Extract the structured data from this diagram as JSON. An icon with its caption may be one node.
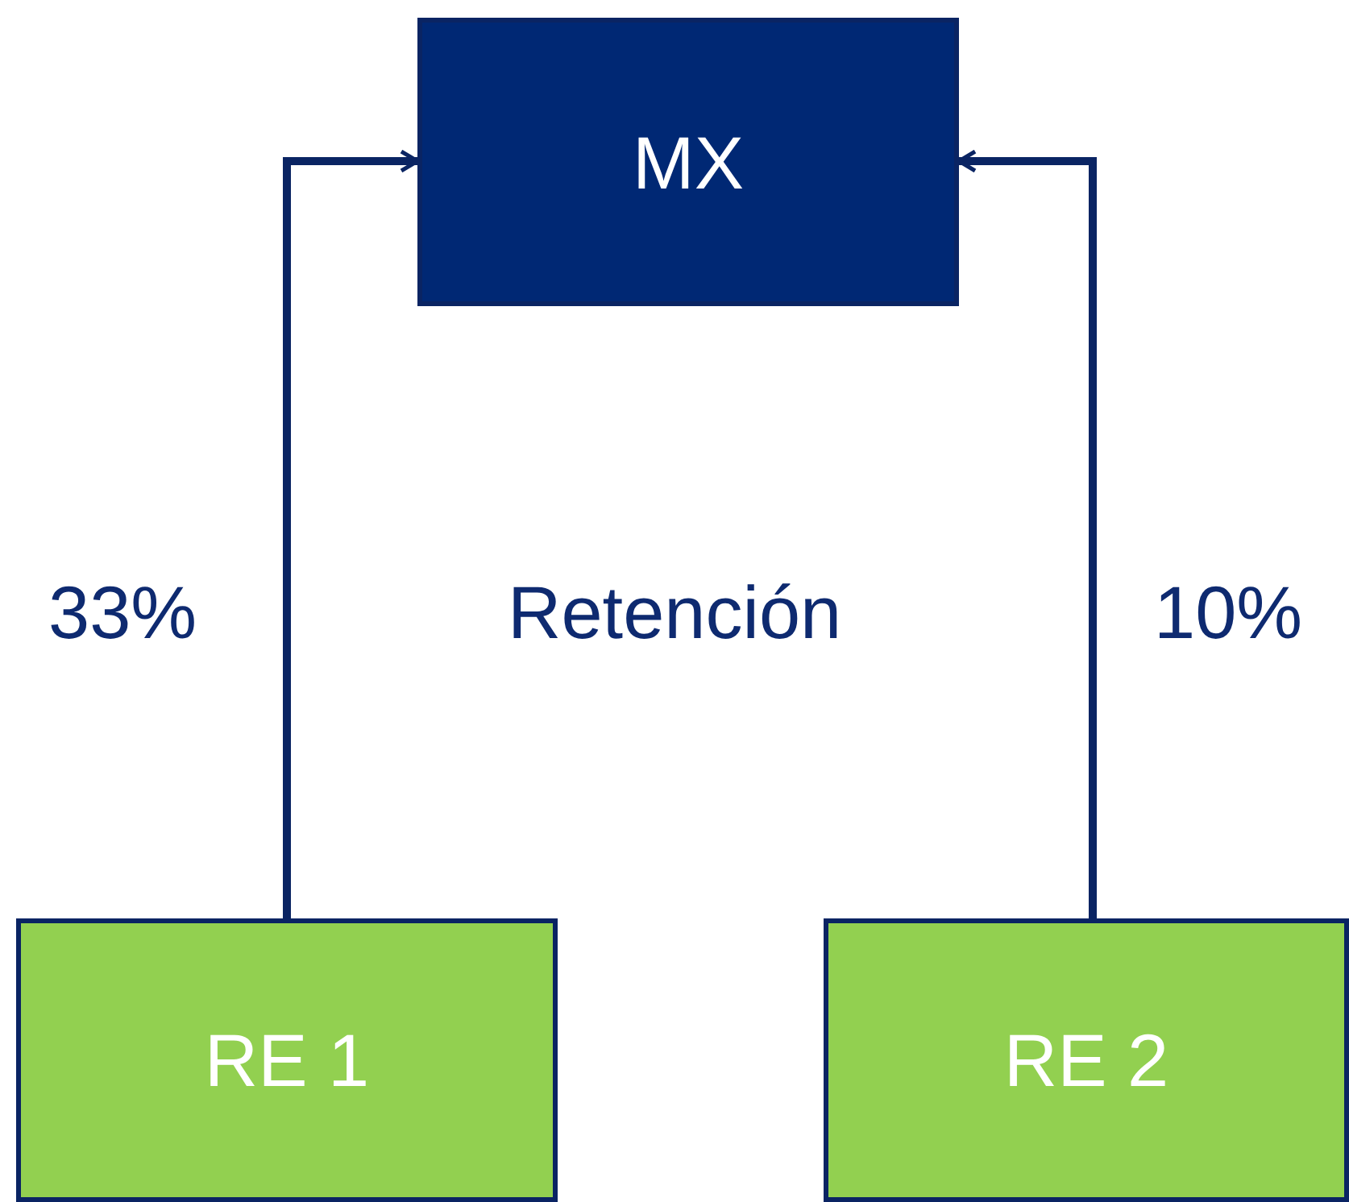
{
  "diagram": {
    "nodes": [
      {
        "text": [
          "MX"
        ]
      },
      {
        "text": [
          "RE 1"
        ]
      },
      {
        "text": [
          "RE 2"
        ]
      }
    ],
    "edges": [
      {
        "from": 1,
        "to": 0,
        "arrow": "to",
        "label": "33%"
      },
      {
        "from": 2,
        "to": 0,
        "arrow": "to",
        "label": "10%"
      }
    ],
    "labels": [
      "Retención"
    ]
  }
}
